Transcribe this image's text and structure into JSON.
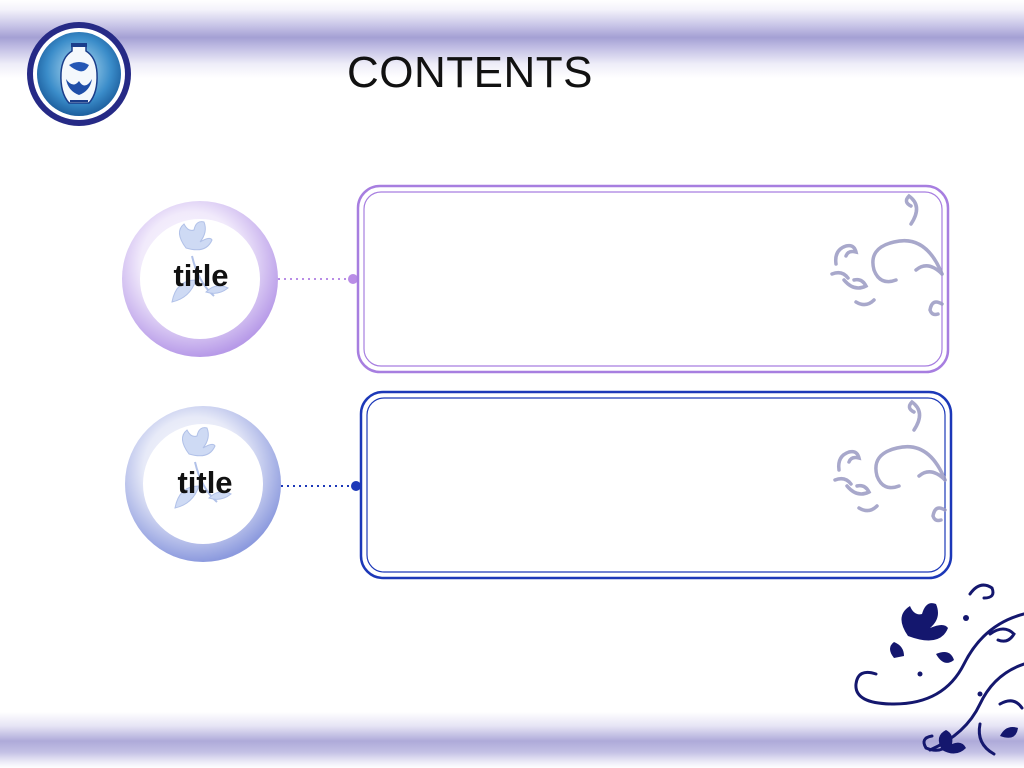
{
  "slide": {
    "title": "CONTENTS",
    "items": [
      {
        "label": "title",
        "accent": "#a77ee0"
      },
      {
        "label": "title",
        "accent": "#1c38b8"
      }
    ]
  },
  "colors": {
    "band": "#a4a0d4",
    "purple_frame": "#a77ee0",
    "blue_frame": "#1c38b8",
    "ornament": "#9a9ac2",
    "navy_floral": "#14176e"
  },
  "icons": {
    "logo": "porcelain-vase-icon",
    "circle_motif": "tulip-icon",
    "panel_ornament": "scroll-floral-icon",
    "corner": "lotus-vine-icon"
  }
}
